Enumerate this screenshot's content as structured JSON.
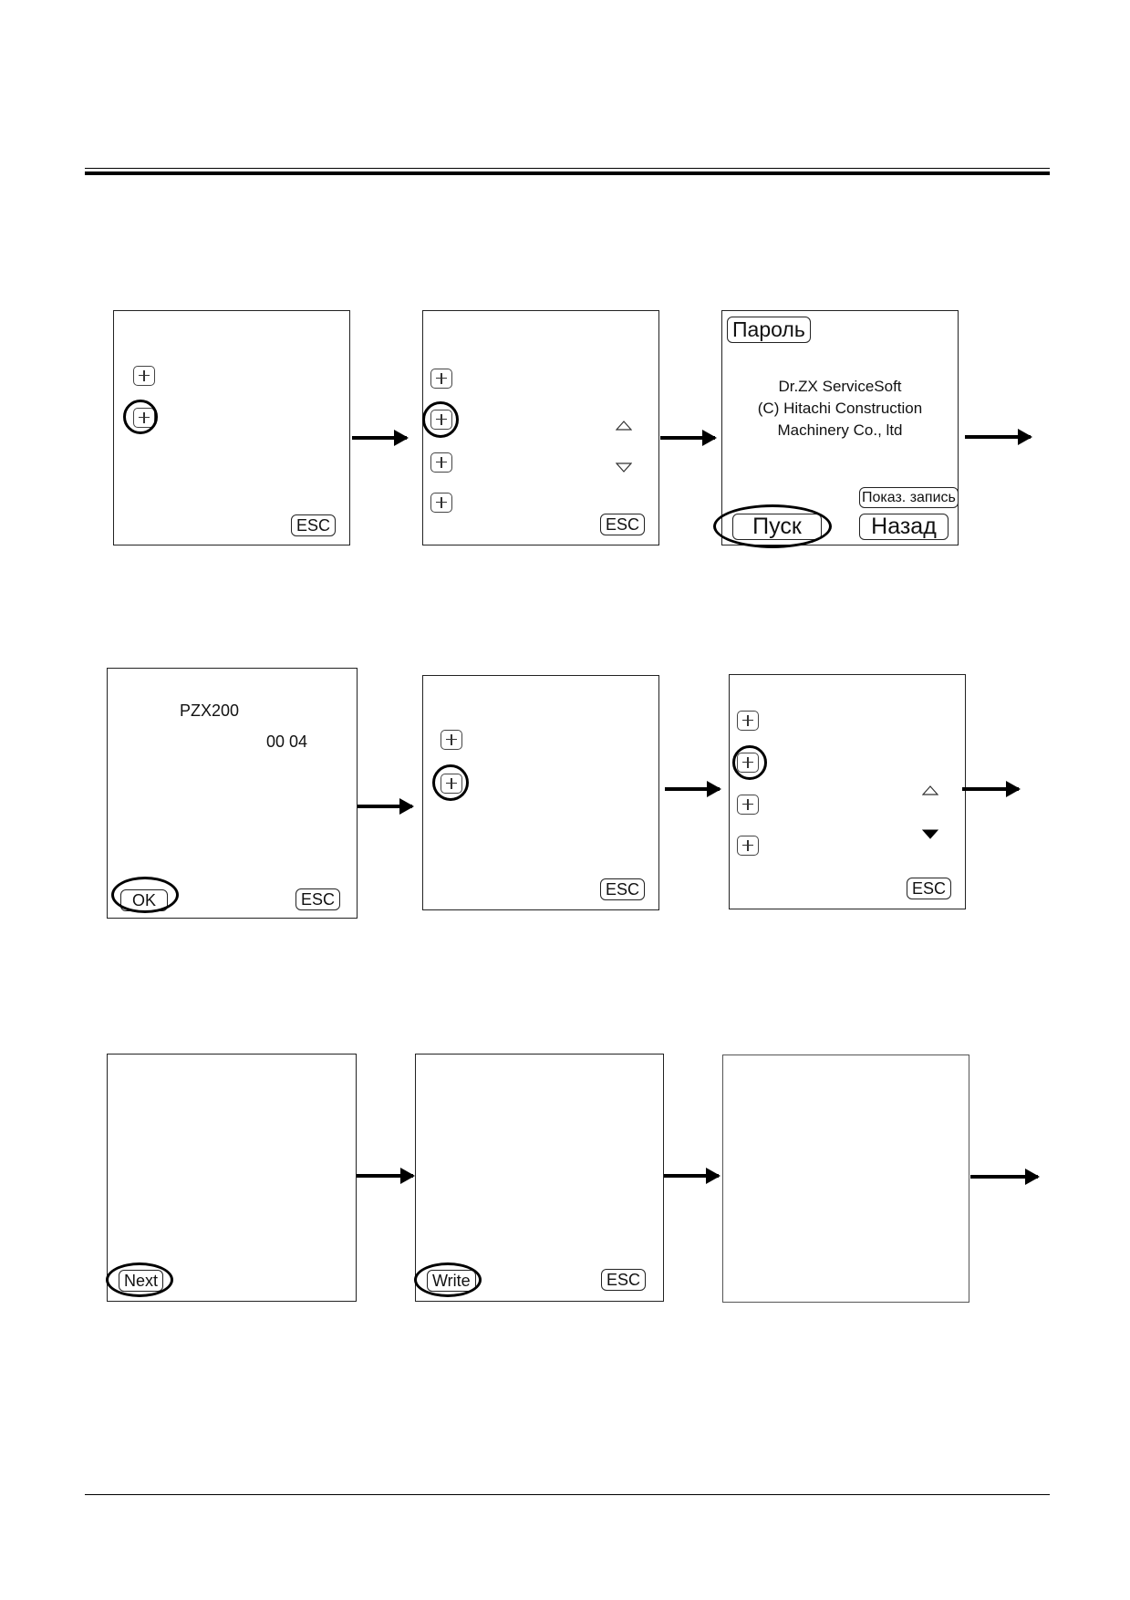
{
  "labels": {
    "esc": "ESC",
    "ok": "OK",
    "next": "Next",
    "write": "Write",
    "password": "Пароль",
    "show_record": "Показ. запись",
    "start": "Пуск",
    "back": "Назад"
  },
  "splash": {
    "line1": "Dr.ZX ServiceSoft",
    "line2": "(C) Hitachi Construction",
    "line3": "Machinery Co., ltd"
  },
  "model_screen": {
    "model": "PZX200",
    "number": "00 04"
  }
}
